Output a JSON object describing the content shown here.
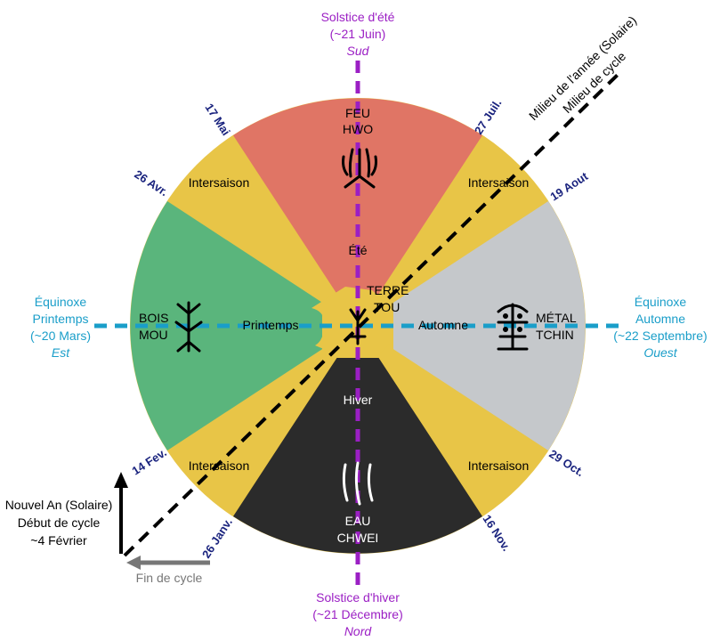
{
  "colors": {
    "fire": "#e07565",
    "earth": "#e8c547",
    "wood": "#5ab57c",
    "metal": "#c5c8cb",
    "water": "#2b2b2b",
    "solstice": "#9b1fc4",
    "equinox": "#1a9ec9",
    "dates": "#1a237e",
    "arrow_gray": "#777777"
  },
  "elements": {
    "fire": {
      "name": "FEU",
      "translit": "HWO",
      "glyph": "fire-glyph-icon"
    },
    "earth": {
      "name": "TERRE",
      "translit": "TOU",
      "glyph": "earth-glyph-icon"
    },
    "wood": {
      "name": "BOIS",
      "translit": "MOU",
      "glyph": "wood-glyph-icon"
    },
    "metal": {
      "name": "MÉTAL",
      "translit": "TCHIN",
      "glyph": "metal-glyph-icon"
    },
    "water": {
      "name": "EAU",
      "translit": "CHWEI",
      "glyph": "water-glyph-icon"
    }
  },
  "seasons": {
    "summer": "Été",
    "spring": "Printemps",
    "autumn": "Automne",
    "winter": "Hiver",
    "intersaison": "Intersaison"
  },
  "dates": {
    "may17": "17 Mai",
    "jul27": "27 Juil.",
    "apr26": "26 Avr.",
    "aug19": "19 Aout",
    "feb14": "14 Fev.",
    "oct29": "29 Oct.",
    "jan26": "26 Janv.",
    "nov16": "16 Nov."
  },
  "cardinals": {
    "summer_solstice": {
      "line1": "Solstice d'été",
      "line2": "(~21 Juin)",
      "dir": "Sud"
    },
    "winter_solstice": {
      "line1": "Solstice d'hiver",
      "line2": "(~21 Décembre)",
      "dir": "Nord"
    },
    "spring_equinox": {
      "line1": "Équinoxe",
      "line2": "Printemps",
      "line3": "(~20 Mars)",
      "dir": "Est"
    },
    "autumn_equinox": {
      "line1": "Équinoxe",
      "line2": "Automne",
      "line3": "(~22 Septembre)",
      "dir": "Ouest"
    }
  },
  "cycle": {
    "mid_year_1": "Milieu de l'année (Solaire)",
    "mid_year_2": "Milieu de cycle",
    "new_year_1": "Nouvel An (Solaire)",
    "new_year_2": "Début de cycle",
    "new_year_3": "~4 Février",
    "end_cycle": "Fin de cycle"
  }
}
